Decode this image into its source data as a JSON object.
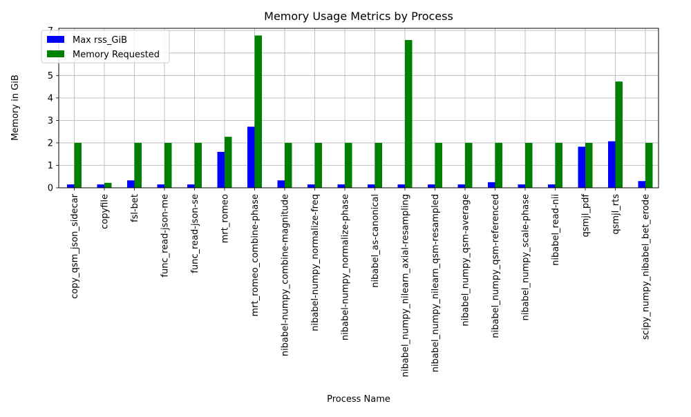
{
  "chart_data": {
    "type": "bar",
    "title": "Memory Usage Metrics by Process",
    "xlabel": "Process Name",
    "ylabel": "Memory in GiB",
    "ylim": [
      0,
      7.1
    ],
    "yticks": [
      0,
      1,
      2,
      3,
      4,
      5,
      6,
      7
    ],
    "grid": true,
    "legend_position": "top-left",
    "categories": [
      "copy_qsm_json_sidecar",
      "copyfile",
      "fsl-bet",
      "func_read-json-me",
      "func_read-json-se",
      "mrt_romeo",
      "mrt_romeo_combine-phase",
      "nibabel-numpy_combine-magnitude",
      "nibabel-numpy_normalize-freq",
      "nibabel-numpy_normalize-phase",
      "nibabel_as-canonical",
      "nibabel_numpy_nilearn_axial-resampling",
      "nibabel_numpy_nilearn_qsm-resampled",
      "nibabel_numpy_qsm-average",
      "nibabel_numpy_qsm-referenced",
      "nibabel_numpy_scale-phase",
      "nibabel_read-nii",
      "qsmjl_pdf",
      "qsmjl_rts",
      "scipy_numpy_nibabel_bet_erode"
    ],
    "series": [
      {
        "name": "Max rss_GiB",
        "color": "#0000ff",
        "values": [
          0.15,
          0.15,
          0.33,
          0.15,
          0.15,
          1.6,
          2.72,
          0.33,
          0.15,
          0.15,
          0.15,
          0.15,
          0.15,
          0.15,
          0.25,
          0.15,
          0.15,
          1.83,
          2.07,
          0.3
        ]
      },
      {
        "name": "Memory Requested",
        "color": "#008000",
        "values": [
          2,
          0.22,
          2,
          2,
          2,
          2.27,
          6.78,
          2,
          2,
          2,
          2,
          6.58,
          2,
          2,
          2,
          2,
          2,
          2,
          4.73,
          2
        ]
      }
    ]
  }
}
